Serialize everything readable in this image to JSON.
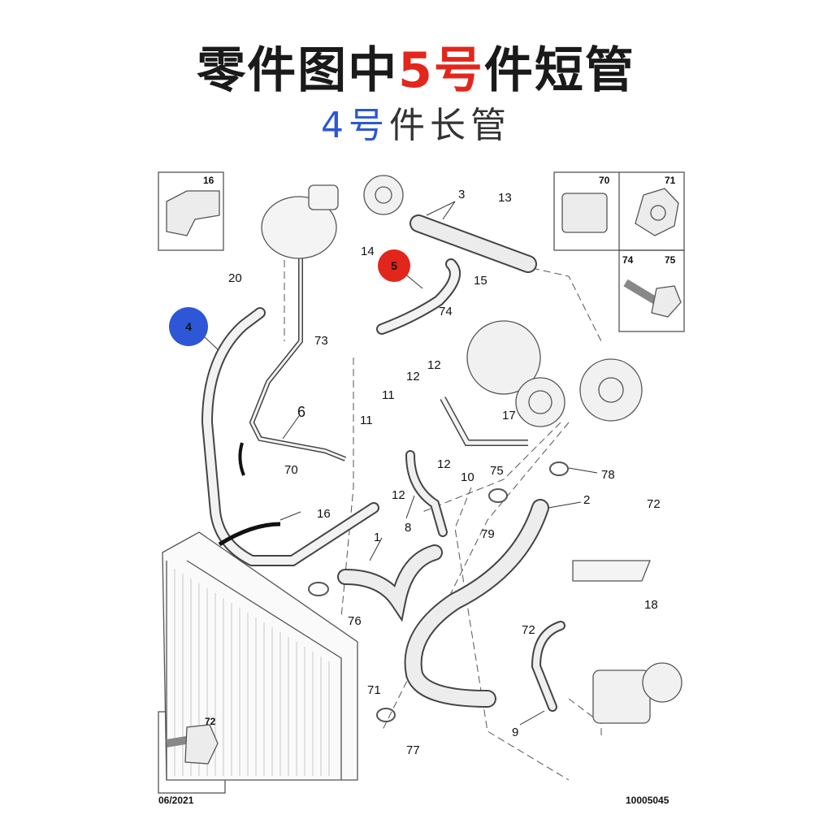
{
  "header": {
    "title_part1": "零件图中",
    "title_highlight": "5号",
    "title_part2": "件短管",
    "subtitle_highlight": "4号",
    "subtitle_rest": "件长管"
  },
  "colors": {
    "red_callout": "#e3261b",
    "blue_callout": "#2d57d6"
  },
  "callouts": {
    "red": "5",
    "blue": "4"
  },
  "labels": {
    "l1": "1",
    "l2": "2",
    "l3": "3",
    "l6": "6",
    "l8": "8",
    "l9": "9",
    "l10": "10",
    "l11a": "11",
    "l11b": "11",
    "l12a": "12",
    "l12b": "12",
    "l12c": "12",
    "l12d": "12",
    "l13": "13",
    "l14": "14",
    "l15": "15",
    "l16a": "16",
    "l16b": "16",
    "l17": "17",
    "l18": "18",
    "l20": "20",
    "l70a": "70",
    "l70b": "70",
    "l71a": "71",
    "l71b": "71",
    "l72a": "72",
    "l72b": "72",
    "l72c": "72",
    "l73": "73",
    "l74a": "74",
    "l74b": "74",
    "l75a": "75",
    "l75b": "75",
    "l76": "76",
    "l77": "77",
    "l78": "78",
    "l79": "79"
  },
  "footer": {
    "date": "06/2021",
    "code": "10005045"
  }
}
